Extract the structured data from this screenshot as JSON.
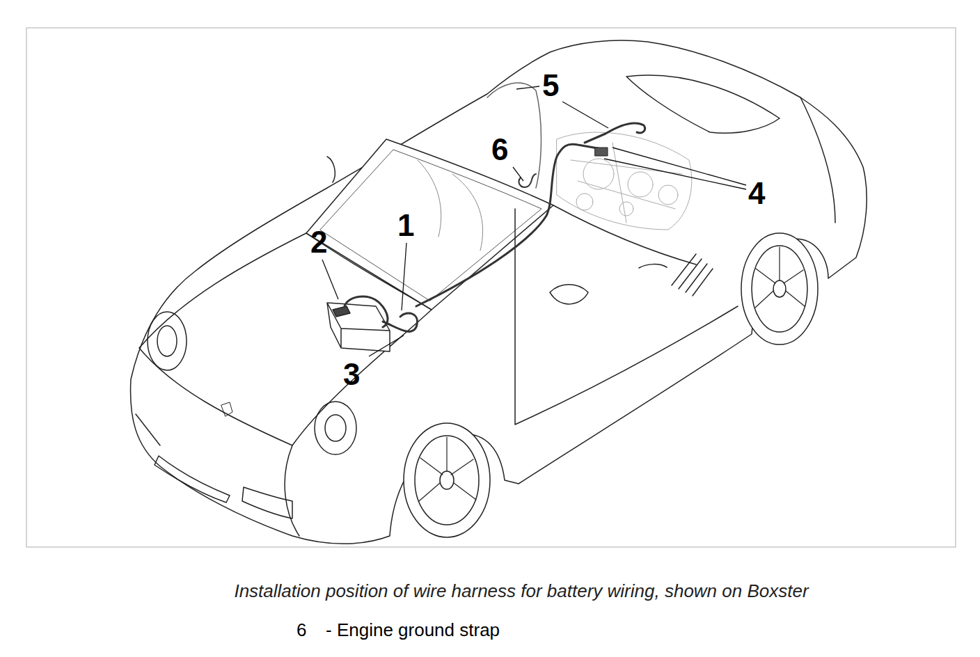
{
  "diagram": {
    "caption": "Installation position of wire harness for battery wiring, shown on Boxster",
    "labels": [
      "1",
      "2",
      "3",
      "4",
      "5",
      "6",
      "6",
      "- Engine ground strap"
    ]
  }
}
